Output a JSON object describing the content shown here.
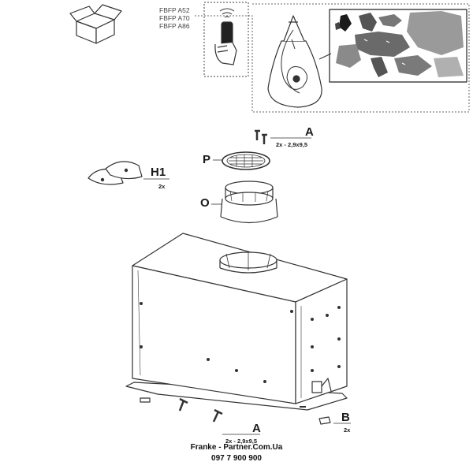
{
  "models": [
    "FBFP A52",
    "FBFP A70",
    "FBFP A86"
  ],
  "parts": {
    "A_top": {
      "letter": "A",
      "qty": "2x - 2,9x9,5"
    },
    "P": {
      "letter": "P"
    },
    "O": {
      "letter": "O"
    },
    "H1": {
      "letter": "H1",
      "qty": "2x"
    },
    "A_bottom": {
      "letter": "A",
      "qty": "2x - 2,9x9,5"
    },
    "B": {
      "letter": "B",
      "qty": "2x"
    }
  },
  "footer": {
    "line1": "Franke - Partner.Com.Ua",
    "line2": "097 7 900 900"
  },
  "icons": [
    "box-icon",
    "remote-control-icon",
    "cable-bag-icon",
    "europe-map-icon",
    "screw-icon",
    "grease-filter-icon",
    "duct-collar-icon",
    "half-moon-plate-icon",
    "hood-body-icon",
    "bracket-icon"
  ]
}
